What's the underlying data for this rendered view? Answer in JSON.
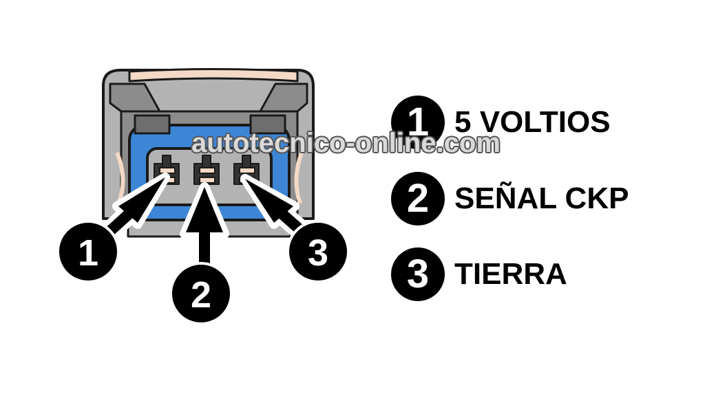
{
  "legend": [
    {
      "number": "1",
      "label": "5 VOLTIOS"
    },
    {
      "number": "2",
      "label": "SEÑAL CKP"
    },
    {
      "number": "3",
      "label": "TIERRA"
    }
  ],
  "callouts": [
    "1",
    "2",
    "3"
  ],
  "watermark": "autotecnico-online.com",
  "colors": {
    "connector_gray": "#b3b3b3",
    "connector_dark": "#808080",
    "blue": "#3d86d6",
    "pin_tan": "#f4d9c6",
    "badge": "#000000"
  }
}
